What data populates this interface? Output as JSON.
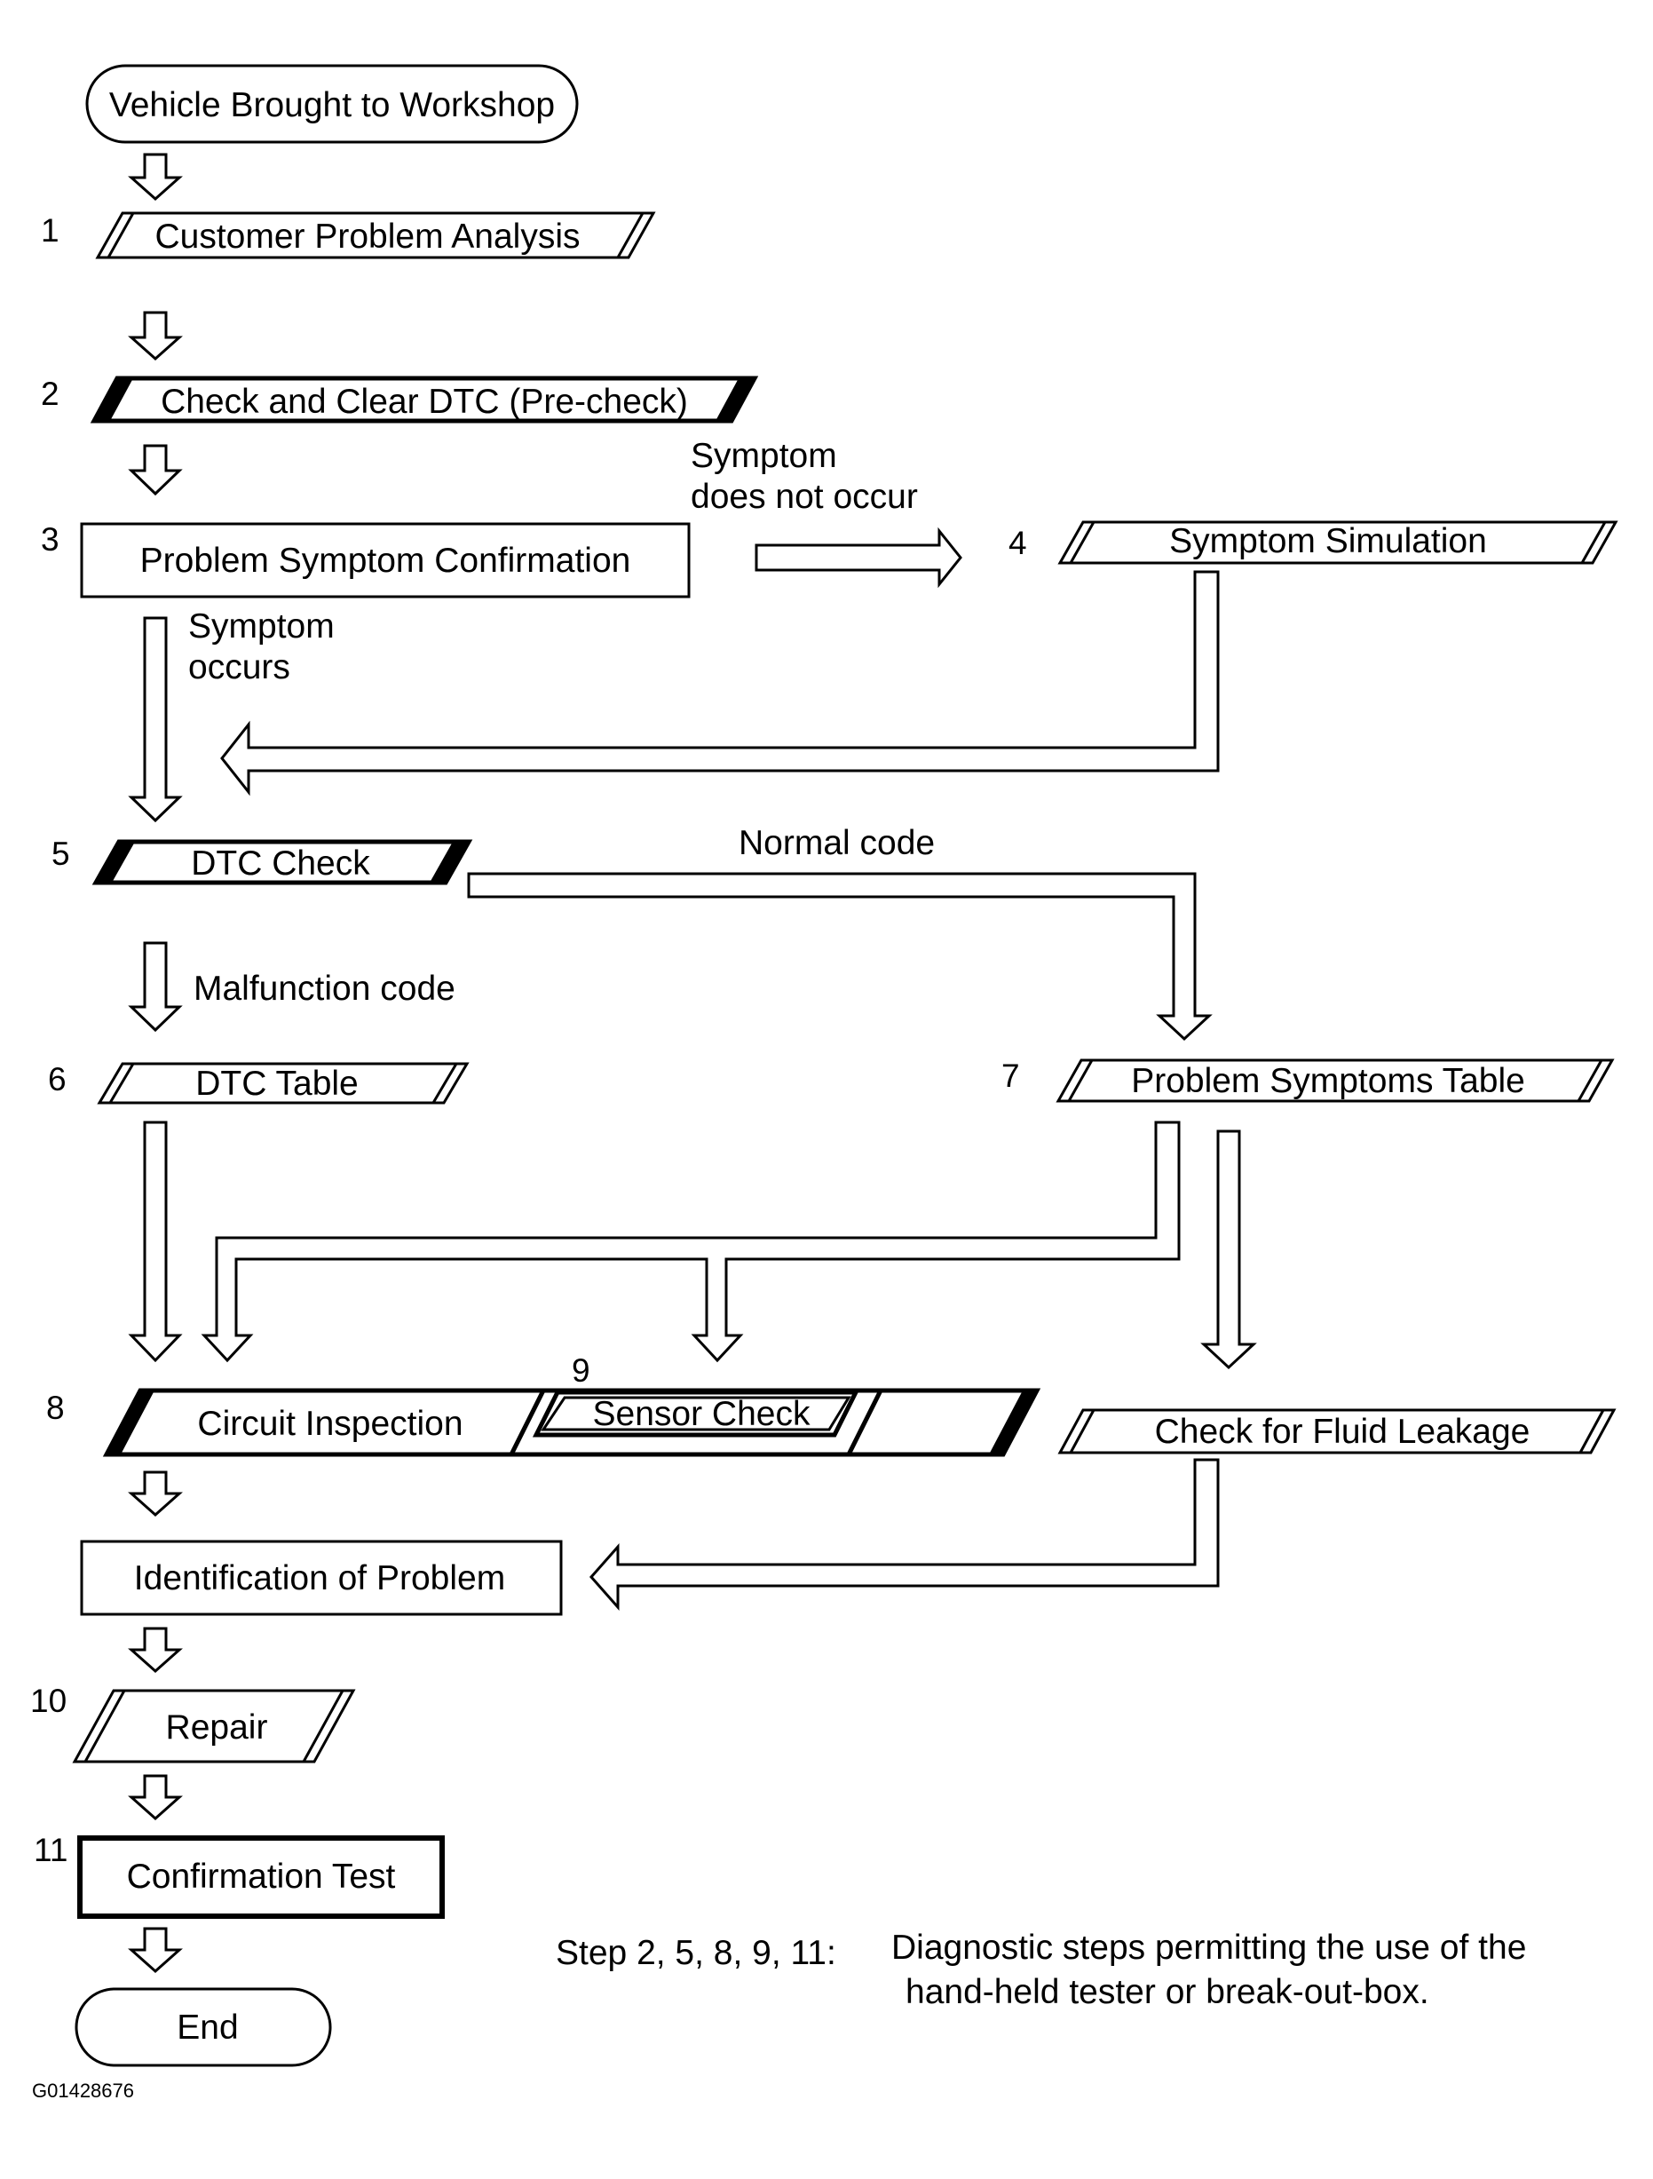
{
  "start": {
    "label": "Vehicle Brought to Workshop"
  },
  "steps": [
    {
      "num": "1",
      "label": "Customer Problem Analysis"
    },
    {
      "num": "2",
      "label": "Check and Clear DTC (Pre-check)"
    },
    {
      "num": "3",
      "label": "Problem Symptom Confirmation"
    },
    {
      "num": "4",
      "label": "Symptom Simulation"
    },
    {
      "num": "5",
      "label": "DTC Check"
    },
    {
      "num": "6",
      "label": "DTC Table"
    },
    {
      "num": "7",
      "label": "Problem Symptoms Table"
    },
    {
      "num": "8",
      "label": "Circuit Inspection"
    },
    {
      "num": "9",
      "label": "Sensor Check"
    },
    {
      "num": "",
      "label": "Check for Fluid Leakage"
    },
    {
      "num": "",
      "label": "Identification of Problem"
    },
    {
      "num": "10",
      "label": "Repair"
    },
    {
      "num": "11",
      "label": "Confirmation Test"
    }
  ],
  "end": {
    "label": "End"
  },
  "branch_labels": {
    "symptom_not_occur_1": "Symptom",
    "symptom_not_occur_2": "does not occur",
    "symptom_occurs_1": "Symptom",
    "symptom_occurs_2": "occurs",
    "normal_code": "Normal code",
    "malfunction_code": "Malfunction code"
  },
  "note": {
    "prefix": "Step  2, 5, 8, 9, 11:",
    "line1": "Diagnostic steps permitting the use of the",
    "line2": "hand-held tester or break-out-box."
  },
  "figure_id": "G01428676"
}
